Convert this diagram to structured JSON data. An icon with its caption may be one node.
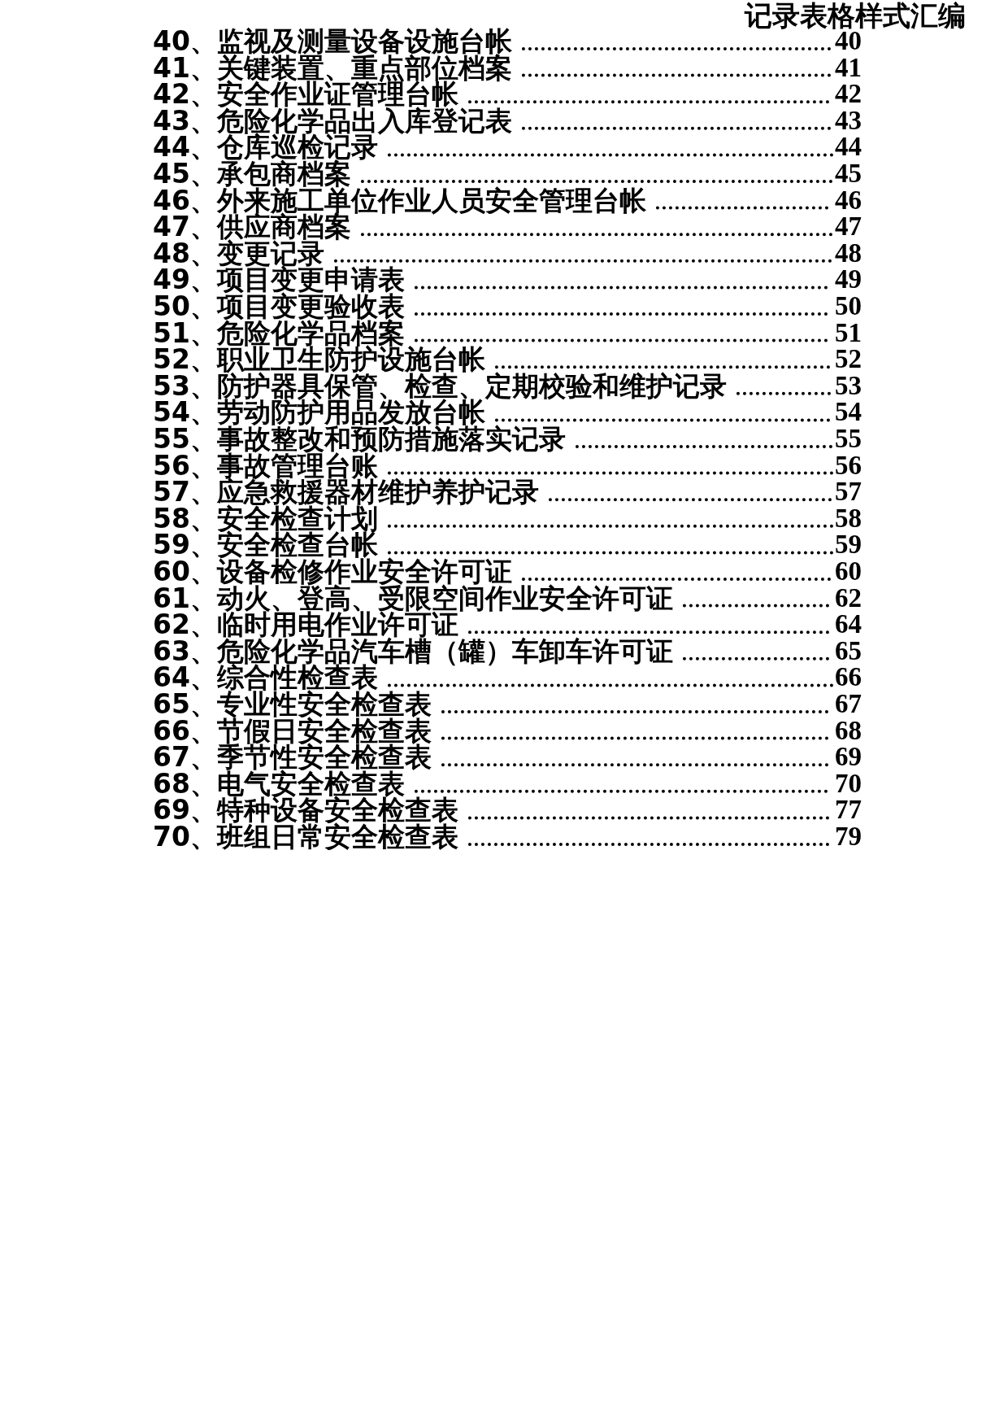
{
  "diagram": {
    "labels": [
      "记录表格样式汇编"
    ],
    "nodes": [
      {
        "text": [
          "40、监视及测量设备设施台帐"
        ]
      },
      {
        "text": [
          "40"
        ]
      },
      {
        "text": [
          "41、关键装置、重点部位档案"
        ]
      },
      {
        "text": [
          "41"
        ]
      },
      {
        "text": [
          "42、安全作业证管理台帐"
        ]
      },
      {
        "text": [
          "42"
        ]
      },
      {
        "text": [
          "43、危险化学品出入库登记表"
        ]
      },
      {
        "text": [
          "43"
        ]
      },
      {
        "text": [
          "44、仓库巡检记录"
        ]
      },
      {
        "text": [
          "44"
        ]
      },
      {
        "text": [
          "45、承包商档案"
        ]
      },
      {
        "text": [
          "45"
        ]
      },
      {
        "text": [
          "46、外来施工单位作业人员安全管理台帐"
        ]
      },
      {
        "text": [
          "46"
        ]
      },
      {
        "text": [
          "47、供应商档案"
        ]
      },
      {
        "text": [
          "47"
        ]
      },
      {
        "text": [
          "48、变更记录"
        ]
      },
      {
        "text": [
          "48"
        ]
      },
      {
        "text": [
          "49、项目变更申请表"
        ]
      },
      {
        "text": [
          "49"
        ]
      },
      {
        "text": [
          "50、项目变更验收表"
        ]
      },
      {
        "text": [
          "50"
        ]
      },
      {
        "text": [
          "51、危险化学品档案"
        ]
      },
      {
        "text": [
          "51"
        ]
      },
      {
        "text": [
          "52、职业卫生防护设施台帐"
        ]
      },
      {
        "text": [
          "52"
        ]
      },
      {
        "text": [
          "53、防护器具保管、检查、定期校验和维护记录"
        ]
      },
      {
        "text": [
          "53"
        ]
      },
      {
        "text": [
          "54、劳动防护用品发放台帐"
        ]
      },
      {
        "text": [
          "54"
        ]
      },
      {
        "text": [
          "55、事故整改和预防措施落实记录"
        ]
      },
      {
        "text": [
          "55"
        ]
      },
      {
        "text": [
          "56、事故管理台账"
        ]
      },
      {
        "text": [
          "56"
        ]
      },
      {
        "text": [
          "57、应急救援器材维护养护记录"
        ]
      },
      {
        "text": [
          "57"
        ]
      },
      {
        "text": [
          "58、安全检查计划"
        ]
      },
      {
        "text": [
          "58"
        ]
      },
      {
        "text": [
          "59、安全检查台帐"
        ]
      },
      {
        "text": [
          "59"
        ]
      },
      {
        "text": [
          "60、设备检修作业安全许可证"
        ]
      },
      {
        "text": [
          "60"
        ]
      },
      {
        "text": [
          "61、动火、登高、受限空间作业安全许可证"
        ]
      },
      {
        "text": [
          "62"
        ]
      },
      {
        "text": [
          "62、临时用电作业许可证"
        ]
      },
      {
        "text": [
          "64"
        ]
      },
      {
        "text": [
          "63、危险化学品汽车槽（罐）车卸车许可证"
        ]
      },
      {
        "text": [
          "65"
        ]
      },
      {
        "text": [
          "64、综合性检查表"
        ]
      },
      {
        "text": [
          "66"
        ]
      },
      {
        "text": [
          "65、专业性安全检查表"
        ]
      },
      {
        "text": [
          "67"
        ]
      },
      {
        "text": [
          "66、节假日安全检查表"
        ]
      },
      {
        "text": [
          "68"
        ]
      },
      {
        "text": [
          "67、季节性安全检查表"
        ]
      },
      {
        "text": [
          "69"
        ]
      },
      {
        "text": [
          "68、电气安全检查表"
        ]
      },
      {
        "text": [
          "70"
        ]
      },
      {
        "text": [
          "69、特种设备安全检查表"
        ]
      },
      {
        "text": [
          "77"
        ]
      },
      {
        "text": [
          "70、班组日常安全检查表"
        ]
      },
      {
        "text": [
          "79"
        ]
      }
    ],
    "edges": [
      {
        "from": 0,
        "to": 1,
        "arrow": "none"
      },
      {
        "from": 2,
        "to": 3,
        "arrow": "none"
      },
      {
        "from": 4,
        "to": 5,
        "arrow": "none"
      },
      {
        "from": 6,
        "to": 7,
        "arrow": "none"
      },
      {
        "from": 8,
        "to": 9,
        "arrow": "none"
      },
      {
        "from": 10,
        "to": 11,
        "arrow": "none"
      },
      {
        "from": 12,
        "to": 13,
        "arrow": "none"
      },
      {
        "from": 14,
        "to": 15,
        "arrow": "none"
      },
      {
        "from": 16,
        "to": 17,
        "arrow": "none"
      },
      {
        "from": 18,
        "to": 19,
        "arrow": "none"
      },
      {
        "from": 20,
        "to": 21,
        "arrow": "none"
      },
      {
        "from": 22,
        "to": 23,
        "arrow": "none"
      },
      {
        "from": 24,
        "to": 25,
        "arrow": "none"
      },
      {
        "from": 26,
        "to": 27,
        "arrow": "none"
      },
      {
        "from": 28,
        "to": 29,
        "arrow": "none"
      },
      {
        "from": 30,
        "to": 31,
        "arrow": "none"
      },
      {
        "from": 32,
        "to": 33,
        "arrow": "none"
      },
      {
        "from": 34,
        "to": 35,
        "arrow": "none"
      },
      {
        "from": 36,
        "to": 37,
        "arrow": "none"
      },
      {
        "from": 38,
        "to": 39,
        "arrow": "none"
      },
      {
        "from": 40,
        "to": 41,
        "arrow": "none"
      },
      {
        "from": 42,
        "to": 43,
        "arrow": "none"
      },
      {
        "from": 44,
        "to": 45,
        "arrow": "none"
      },
      {
        "from": 46,
        "to": 47,
        "arrow": "none"
      },
      {
        "from": 48,
        "to": 49,
        "arrow": "none"
      },
      {
        "from": 50,
        "to": 51,
        "arrow": "none"
      },
      {
        "from": 52,
        "to": 53,
        "arrow": "none"
      },
      {
        "from": 54,
        "to": 55,
        "arrow": "none"
      },
      {
        "from": 56,
        "to": 57,
        "arrow": "none"
      },
      {
        "from": 58,
        "to": 59,
        "arrow": "none"
      },
      {
        "from": 60,
        "to": 61,
        "arrow": "none"
      }
    ]
  }
}
